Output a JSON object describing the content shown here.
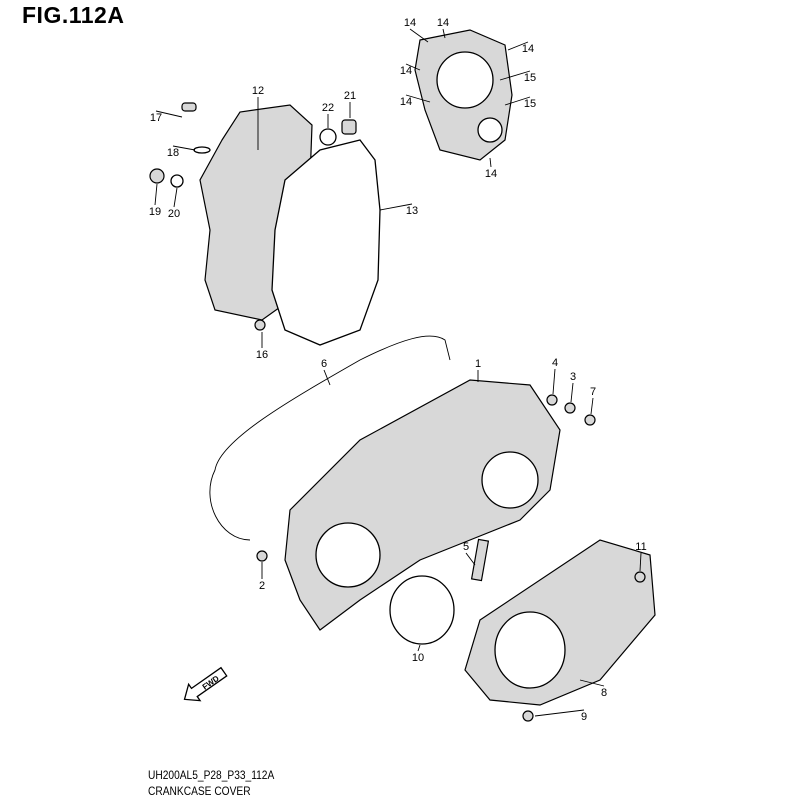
{
  "figure": {
    "title": "FIG.112A",
    "code": "UH200AL5_P28_P33_112A",
    "caption": "CRANKCASE COVER"
  },
  "fwd_label": "FWD",
  "callouts": [
    "14",
    "14",
    "14",
    "14",
    "14",
    "14",
    "15",
    "15",
    "12",
    "22",
    "21",
    "17",
    "18",
    "19",
    "20",
    "13",
    "16",
    "6",
    "1",
    "4",
    "3",
    "7",
    "5",
    "11",
    "2",
    "10",
    "8",
    "9"
  ]
}
